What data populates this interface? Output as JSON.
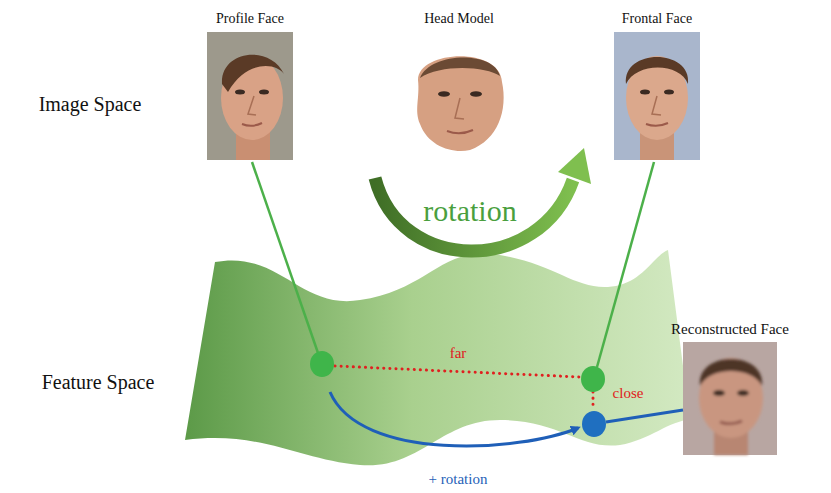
{
  "diagram": {
    "nodes": [
      {
        "text": [
          "Profile Face"
        ]
      },
      {
        "text": [
          "Head Model"
        ]
      },
      {
        "text": [
          "Frontal Face"
        ]
      },
      {
        "text": [
          "Reconstructed Face"
        ]
      }
    ],
    "labels": [
      "Image Space",
      "rotation",
      "Feature Space",
      "far",
      "close",
      "+ rotation"
    ]
  }
}
